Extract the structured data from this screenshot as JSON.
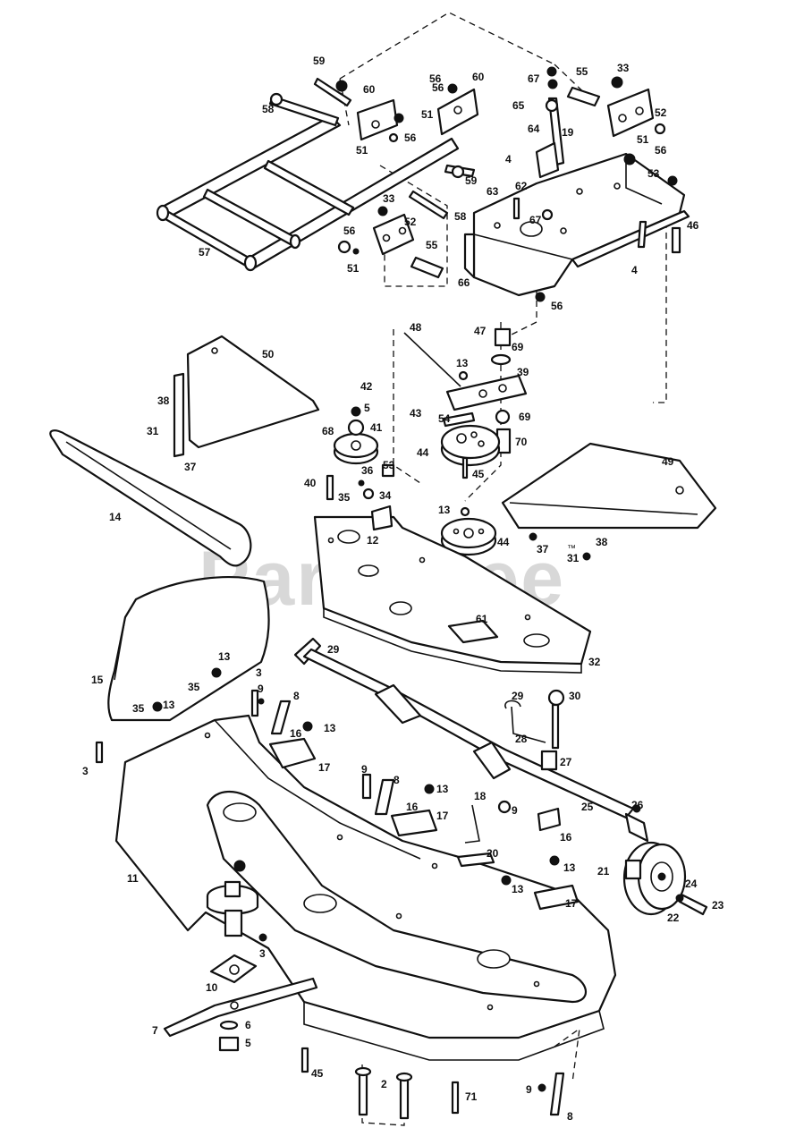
{
  "watermark": "PartsTree",
  "trademark": "™",
  "colors": {
    "ink": "#111111",
    "paper": "#ffffff",
    "watermark": "#b9b9b9"
  },
  "callouts": [
    "59",
    "58",
    "60",
    "56",
    "51",
    "56",
    "60",
    "51",
    "56",
    "67",
    "55",
    "33",
    "65",
    "64",
    "19",
    "52",
    "51",
    "56",
    "4",
    "63",
    "62",
    "53",
    "59",
    "57",
    "33",
    "52",
    "56",
    "51",
    "55",
    "58",
    "67",
    "46",
    "66",
    "4",
    "56",
    "48",
    "47",
    "69",
    "13",
    "39",
    "50",
    "42",
    "5",
    "43",
    "54",
    "69",
    "68",
    "41",
    "44",
    "70",
    "38",
    "31",
    "37",
    "45",
    "36",
    "53",
    "49",
    "40",
    "35",
    "34",
    "14",
    "12",
    "13",
    "44",
    "37",
    "38",
    "31",
    "61",
    "32",
    "29",
    "13",
    "35",
    "15",
    "35",
    "13",
    "3",
    "9",
    "8",
    "13",
    "29",
    "30",
    "16",
    "17",
    "28",
    "27",
    "3",
    "9",
    "8",
    "13",
    "18",
    "9",
    "16",
    "17",
    "25",
    "26",
    "16",
    "11",
    "20",
    "13",
    "21",
    "24",
    "23",
    "13",
    "17",
    "22",
    "3",
    "10",
    "6",
    "7",
    "5",
    "45",
    "2",
    "71",
    "9",
    "8"
  ]
}
